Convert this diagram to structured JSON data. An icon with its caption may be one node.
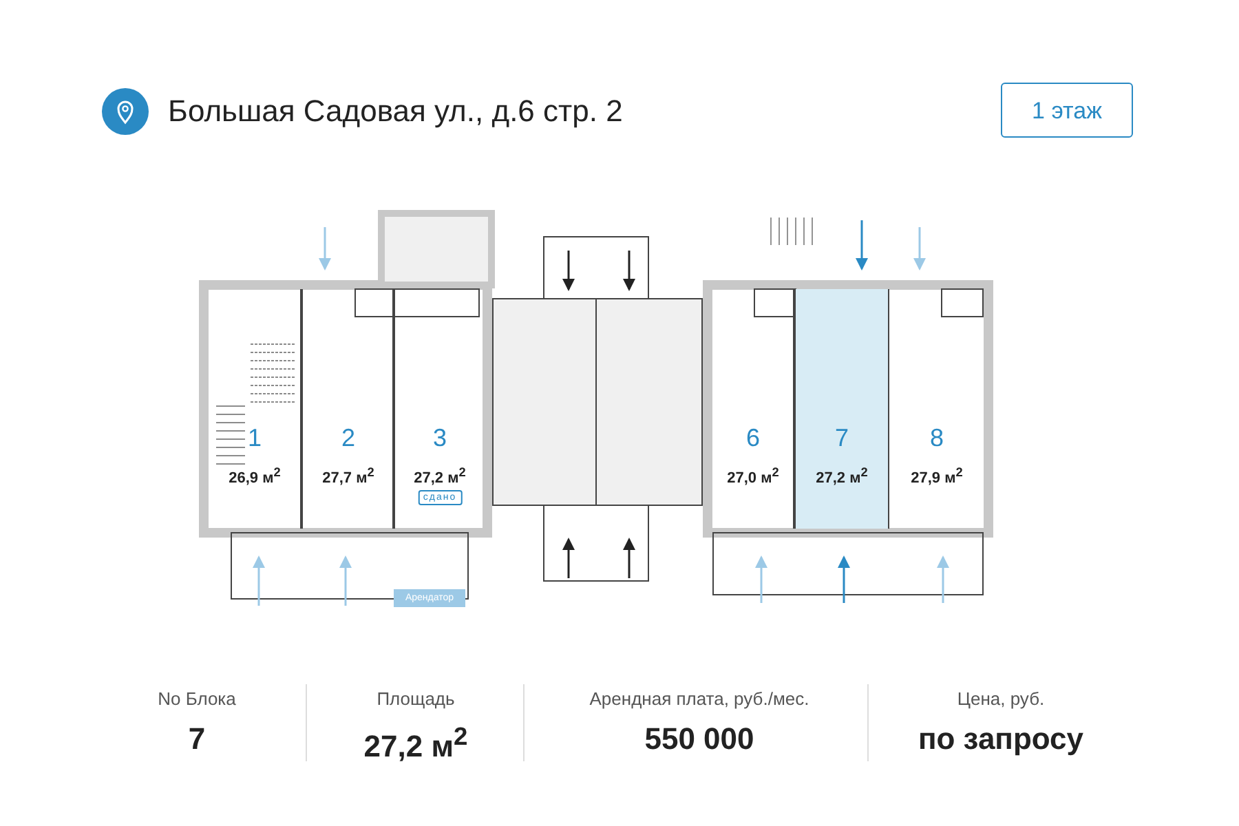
{
  "diagram": {
    "title": "Большая Садовая ул., д.6 стр. 2",
    "nodes": [
      {
        "text": [
          "1",
          "26,9 м$^{2}$"
        ]
      },
      {
        "text": [
          "2",
          "27,7 м$^{2}$"
        ]
      },
      {
        "text": [
          "3",
          "27,2 м$^{2}$",
          "сдано"
        ]
      },
      {
        "text": [
          "6",
          "27,0 м$^{2}$"
        ]
      },
      {
        "text": [
          "7",
          "27,2 м$^{2}$"
        ]
      },
      {
        "text": [
          "8",
          "27,9 м$^{2}$"
        ]
      }
    ],
    "labels": [
      "1 этаж",
      "Арендатор",
      "No Блока",
      "Площадь",
      "Арендная плата, руб./мес.",
      "Цена, руб.",
      "7",
      "27,2 м$^{2}$",
      "550 000",
      "по запросу"
    ]
  }
}
